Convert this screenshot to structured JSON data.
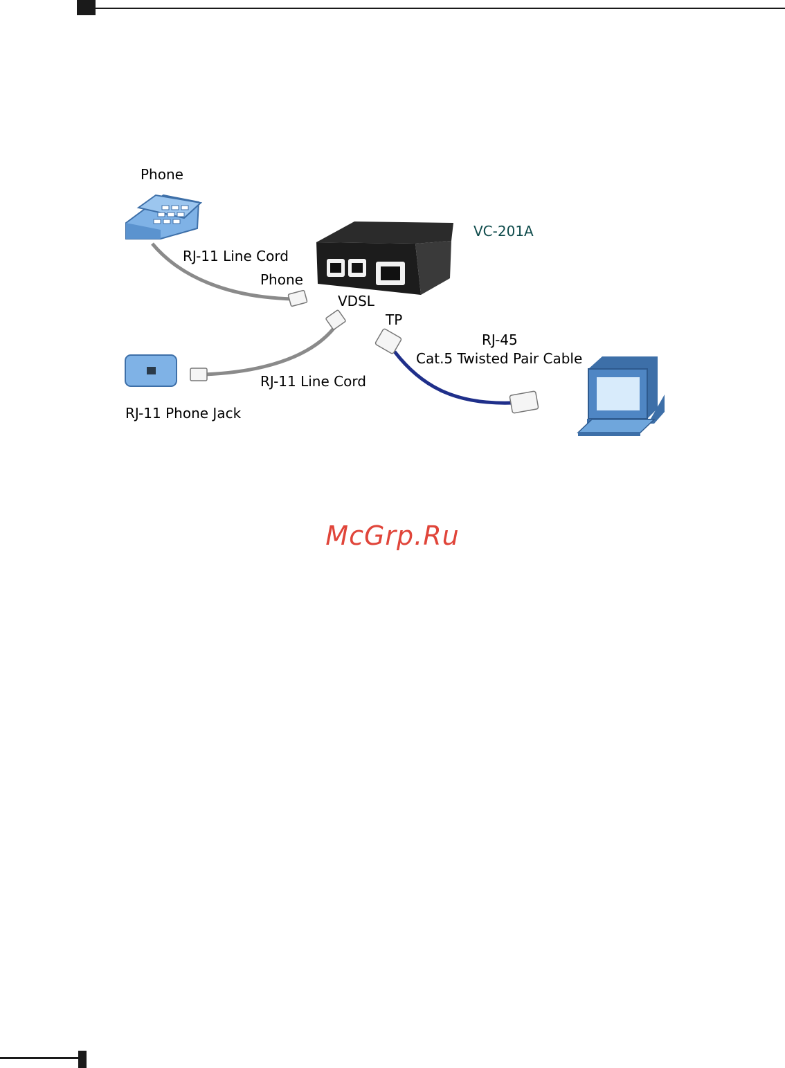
{
  "diagram": {
    "labels": {
      "phone_title": "Phone",
      "device_model": "VC-201A",
      "line_cord_top": "RJ-11 Line Cord",
      "phone_port": "Phone",
      "vdsl_port": "VDSL",
      "tp_port": "TP",
      "rj45": "RJ-45",
      "cat5_cable": "Cat.5 Twisted Pair Cable",
      "line_cord_bottom": "RJ-11 Line Cord",
      "phone_jack": "RJ-11 Phone Jack"
    },
    "icons": [
      "telephone-icon",
      "vdsl-converter-icon",
      "phone-jack-icon",
      "computer-icon",
      "rj11-connector-icon",
      "rj45-connector-icon"
    ],
    "colors": {
      "device_blue": "#6fa6dc",
      "cable_gray": "#8a8a8a",
      "cable_blue": "#1f2f8a",
      "model_text": "#0d4a4a"
    }
  },
  "watermark": "McGrp.Ru"
}
